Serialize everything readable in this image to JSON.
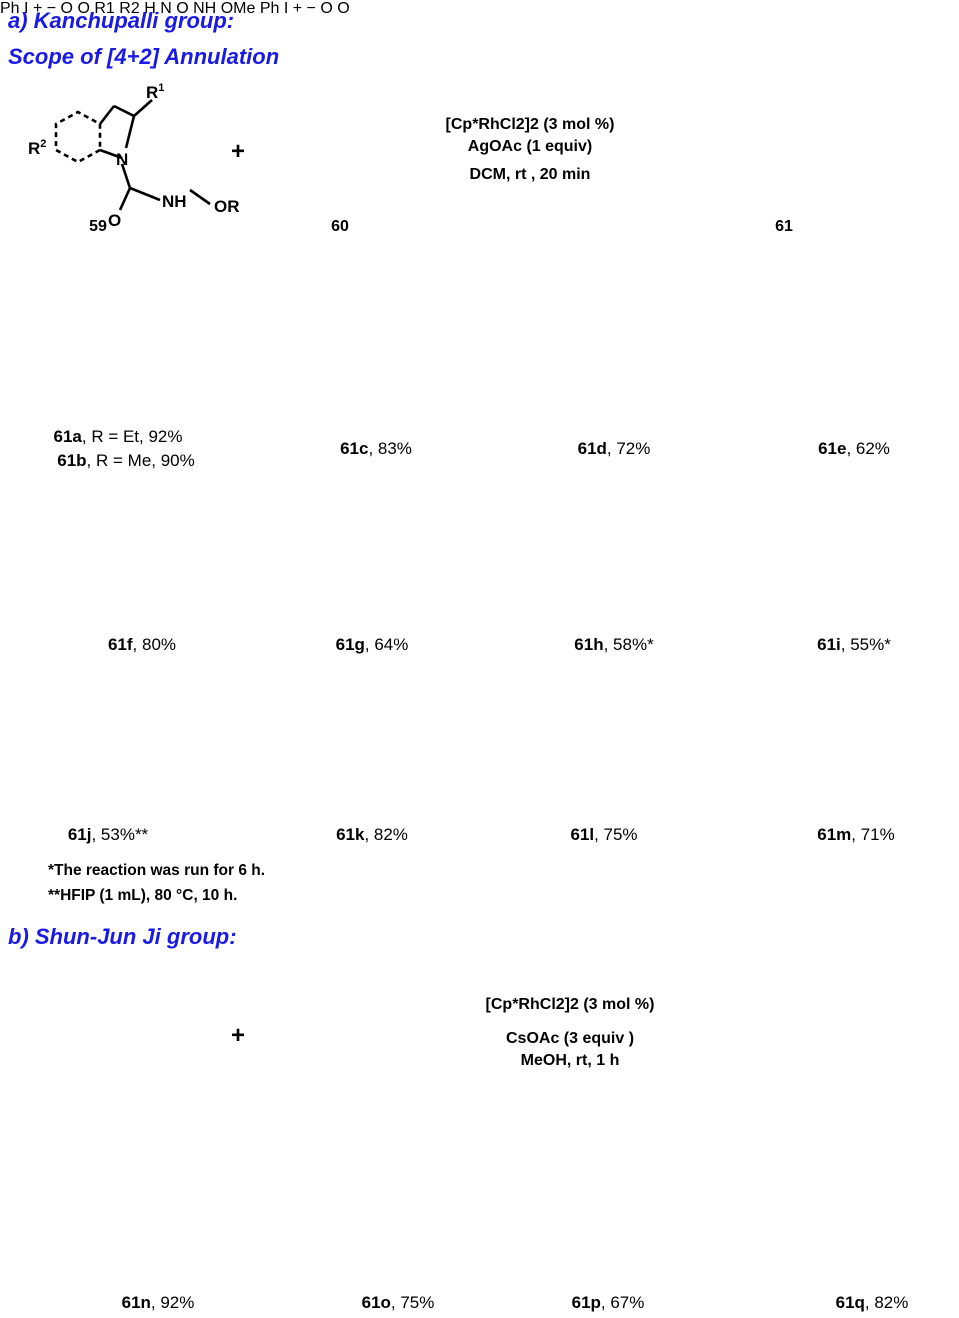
{
  "sections": {
    "a_title": "a) Kanchupalli group:",
    "a_subtitle": "Scope of [4+2] Annulation",
    "b_title": "b) Shun-Jun Ji group:"
  },
  "reaction_a": {
    "reactant1_label": "59",
    "reactant2_label": "60",
    "product_label": "61",
    "plus": "+",
    "catalyst": "[Cp*RhCl2]2 (3 mol %)",
    "additive": "AgOAc (1 equiv)",
    "conditions": "DCM, rt , 20 min"
  },
  "reaction_b": {
    "plus": "+",
    "catalyst": "[Cp*RhCl2]2 (3 mol %)",
    "additive": "CsOAc (3 equiv )",
    "conditions": "MeOH, rt, 1 h"
  },
  "products": [
    {
      "id": "61a",
      "text": ", R = Et, 92%"
    },
    {
      "id": "61b",
      "text": ", R = Me, 90%"
    },
    {
      "id": "61c",
      "text": ", 83%"
    },
    {
      "id": "61d",
      "text": ", 72%"
    },
    {
      "id": "61e",
      "text": ", 62%"
    },
    {
      "id": "61f",
      "text": ", 80%"
    },
    {
      "id": "61g",
      "text": ", 64%"
    },
    {
      "id": "61h",
      "text": ", 58%*"
    },
    {
      "id": "61i",
      "text": ", 55%*"
    },
    {
      "id": "61j",
      "text": ", 53%**"
    },
    {
      "id": "61k",
      "text": ", 82%"
    },
    {
      "id": "61l",
      "text": ", 75%"
    },
    {
      "id": "61m",
      "text": ", 71%"
    },
    {
      "id": "61n",
      "text": ", 92%"
    },
    {
      "id": "61o",
      "text": ", 75%"
    },
    {
      "id": "61p",
      "text": ", 67%"
    },
    {
      "id": "61q",
      "text": ", 82%"
    }
  ],
  "footnotes": [
    "*The reaction was run for 6 h.",
    "**HFIP (1 mL), 80 °C, 10 h."
  ],
  "colors": {
    "header": "#1a1ae6",
    "green": "#2e7d12",
    "red": "#e01010",
    "black": "#000000"
  }
}
